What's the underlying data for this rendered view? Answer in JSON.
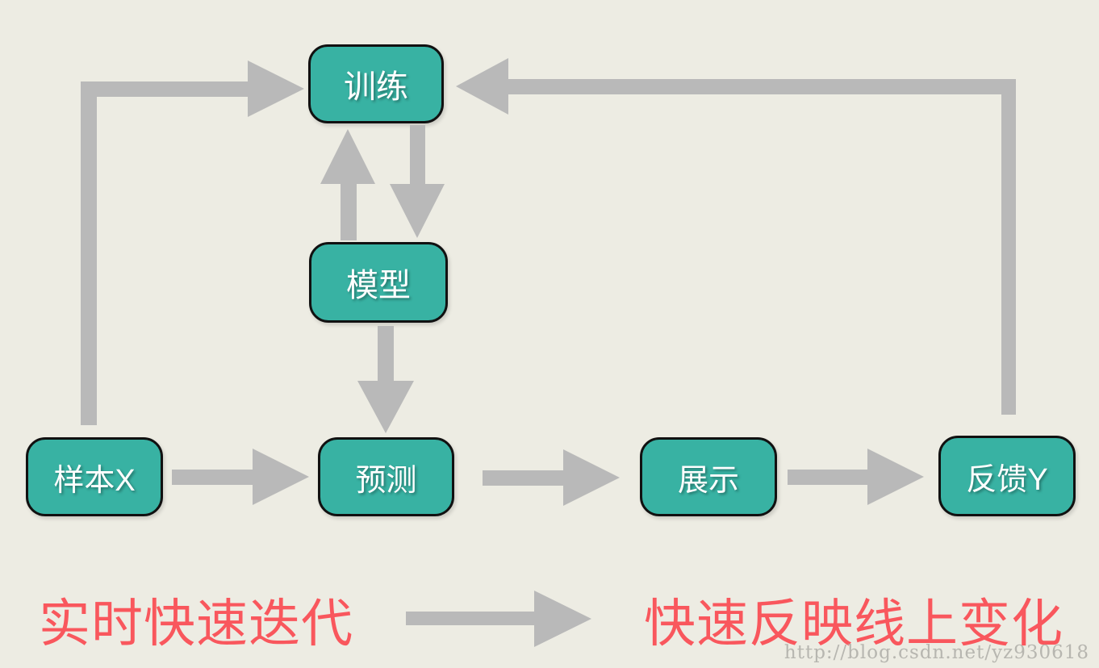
{
  "diagram": {
    "title": "online learning feedback loop",
    "nodes": [
      {
        "id": "train",
        "label": "训练"
      },
      {
        "id": "model",
        "label": "模型"
      },
      {
        "id": "sample",
        "label": "样本X"
      },
      {
        "id": "predict",
        "label": "预测"
      },
      {
        "id": "display",
        "label": "展示"
      },
      {
        "id": "feedback",
        "label": "反馈Y"
      }
    ],
    "edges": [
      {
        "from": "样本X",
        "to": "训练",
        "path": "up-then-right loop on left side"
      },
      {
        "from": "反馈Y",
        "to": "训练",
        "path": "up-then-left loop on right side"
      },
      {
        "from": "模型",
        "to": "训练",
        "path": "vertical up arrow"
      },
      {
        "from": "训练",
        "to": "模型",
        "path": "vertical down arrow"
      },
      {
        "from": "模型",
        "to": "预测",
        "path": "vertical down arrow"
      },
      {
        "from": "样本X",
        "to": "预测",
        "path": "horizontal arrow"
      },
      {
        "from": "预测",
        "to": "展示",
        "path": "horizontal arrow"
      },
      {
        "from": "展示",
        "to": "反馈Y",
        "path": "horizontal arrow"
      }
    ],
    "captions": {
      "left": "实时快速迭代",
      "right": "快速反映线上变化"
    },
    "watermark": "http://blog.csdn.net/yz930618",
    "colors": {
      "background": "#edece3",
      "node_fill": "#38b2a3",
      "node_border": "#111111",
      "node_text": "#ffffff",
      "arrow": "#b9b9b9",
      "caption_text": "#f9575d",
      "watermark_text": "#b0b0aa"
    }
  }
}
